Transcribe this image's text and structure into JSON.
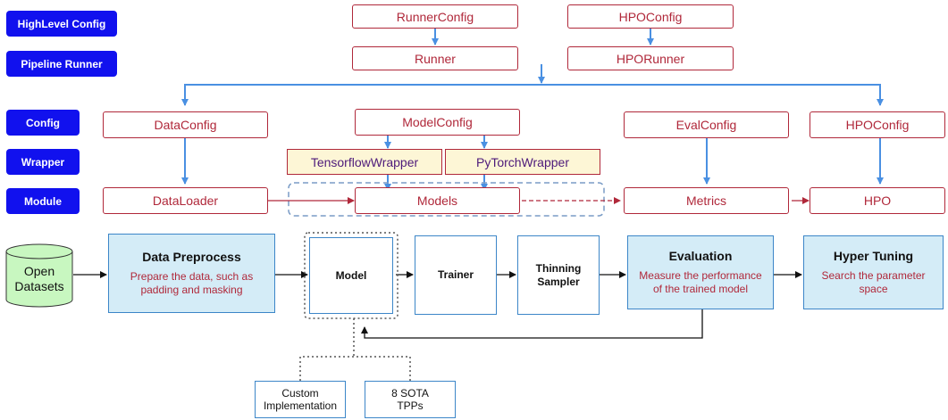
{
  "levels": {
    "highlevel_config": "HighLevel Config",
    "pipeline_runner": "Pipeline Runner",
    "config": "Config",
    "wrapper": "Wrapper",
    "module": "Module"
  },
  "runner_layer": {
    "runner_config": "RunnerConfig",
    "runner": "Runner",
    "hpo_config": "HPOConfig",
    "hpo_runner": "HPORunner"
  },
  "config_layer": {
    "data_config": "DataConfig",
    "model_config": "ModelConfig",
    "eval_config": "EvalConfig",
    "hpo_config": "HPOConfig"
  },
  "wrapper_layer": {
    "tensorflow": "TensorflowWrapper",
    "pytorch": "PyTorchWrapper"
  },
  "module_layer": {
    "data_loader": "DataLoader",
    "models": "Models",
    "metrics": "Metrics",
    "hpo": "HPO"
  },
  "pipeline": {
    "open_datasets": "Open\nDatasets",
    "data_preprocess_title": "Data Preprocess",
    "data_preprocess_desc": "Prepare the data, such as\npadding and masking",
    "model": "Model",
    "trainer": "Trainer",
    "thinning_sampler": "Thinning\nSampler",
    "evaluation_title": "Evaluation",
    "evaluation_desc": "Measure the performance\nof the trained model",
    "hyper_tuning_title": "Hyper Tuning",
    "hyper_tuning_desc": "Search the parameter\nspace"
  },
  "model_sources": {
    "custom": "Custom\nImplementation",
    "sota": "8 SOTA\nTPPs"
  },
  "colors": {
    "level_label": "#1111ee",
    "config_border": "#b0283a",
    "wrapper_fill": "#fdf6d6",
    "pipeline_fill": "#d4ecf7",
    "pipeline_border": "#3c86c8",
    "arrow_blue": "#4a90e2"
  }
}
